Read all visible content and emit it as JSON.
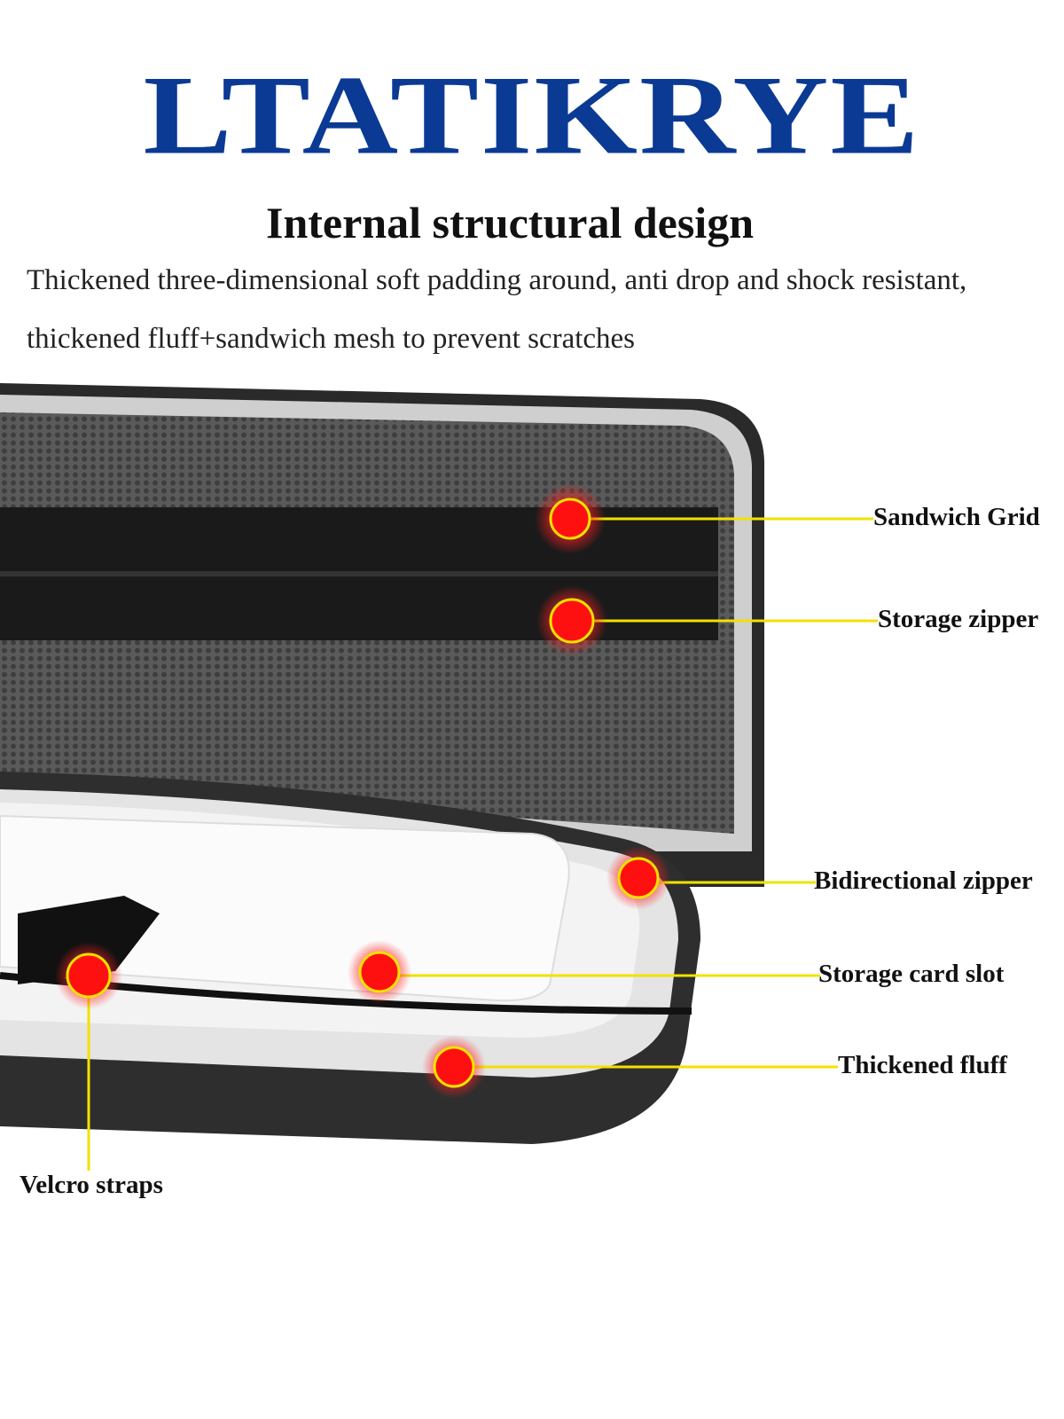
{
  "brand": "LTATIKRYE",
  "heading": "Internal structural design",
  "description": [
    "Thickened three-dimensional soft padding around, anti drop and shock resistant,",
    "thickened fluff+sandwich mesh to prevent scratches"
  ],
  "callouts": [
    {
      "label": "Sandwich Grid"
    },
    {
      "label": "Storage zipper"
    },
    {
      "label": "Bidirectional zipper"
    },
    {
      "label": "Storage card slot"
    },
    {
      "label": "Thickened fluff"
    },
    {
      "label": "Velcro straps"
    }
  ],
  "colors": {
    "brand": "#0b3a94",
    "marker": "#ff1a1a",
    "leader": "#f2e100"
  }
}
